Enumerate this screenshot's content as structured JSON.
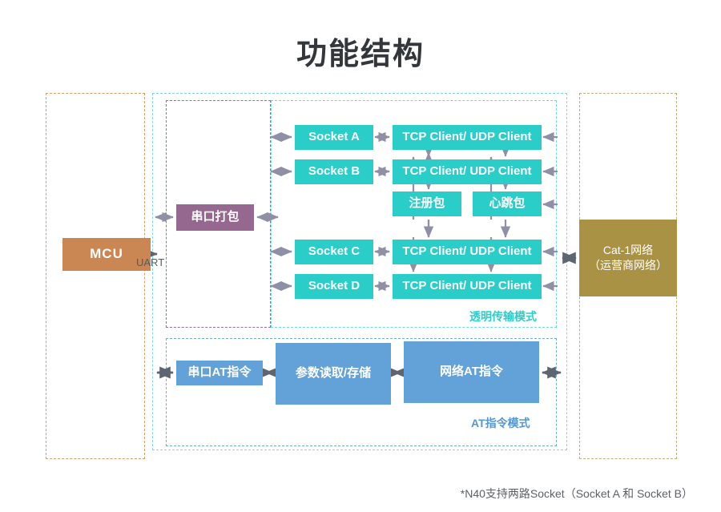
{
  "page": {
    "title": "功能结构",
    "footnote": "*N40支持两路Socket（Socket A 和 Socket B）"
  },
  "colors": {
    "teal": "#2bcdc9",
    "purple": "#96688f",
    "orange": "#cb8753",
    "olive": "#a99244",
    "blue": "#62a2d8",
    "arrow": "#8f90a6",
    "arrow_dark": "#5d6570",
    "title_text": "#33363b",
    "frame_mcu": "#d79b6c",
    "frame_cyan": "#6fd8e2",
    "frame_purple": "#9b6e96",
    "frame_blue": "#6fa9de",
    "frame_olive": "#bdae7e"
  },
  "mcu": {
    "label": "MCU",
    "uart_label": "UART"
  },
  "packer": {
    "label": "串口打包"
  },
  "transparent_mode": {
    "label": "透明传输模式",
    "sockets": [
      {
        "label": "Socket A"
      },
      {
        "label": "Socket B"
      },
      {
        "label": "Socket C"
      },
      {
        "label": "Socket D"
      }
    ],
    "clients": [
      {
        "label": "TCP Client/ UDP Client"
      },
      {
        "label": "TCP Client/ UDP Client"
      },
      {
        "label": "TCP Client/ UDP Client"
      },
      {
        "label": "TCP Client/ UDP Client"
      }
    ],
    "packets": [
      {
        "label": "注册包"
      },
      {
        "label": "心跳包"
      }
    ]
  },
  "at_mode": {
    "label": "AT指令模式",
    "blocks": [
      {
        "label": "串口AT指令"
      },
      {
        "label": "参数读取/存储"
      },
      {
        "label": "网络AT指令"
      }
    ]
  },
  "network": {
    "line1": "Cat-1网络",
    "line2": "（运营商网络）"
  }
}
